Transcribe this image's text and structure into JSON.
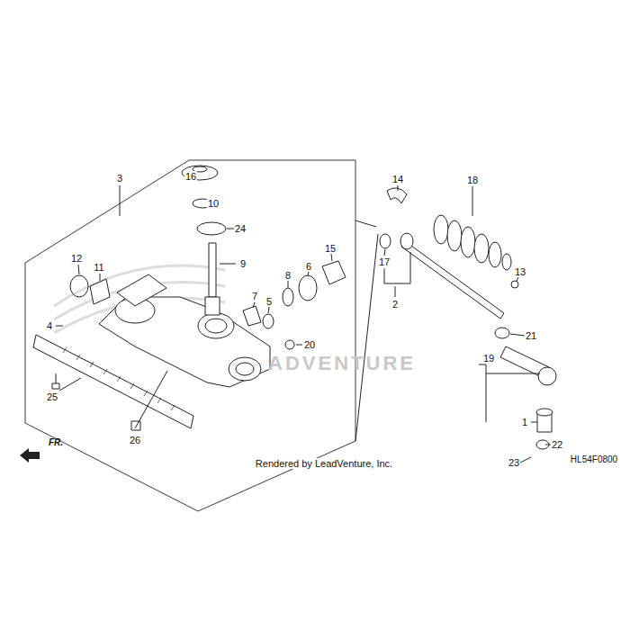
{
  "diagram": {
    "labels": [
      "3",
      "16",
      "10",
      "24",
      "12",
      "11",
      "9",
      "7",
      "5",
      "8",
      "6",
      "15",
      "4",
      "20",
      "25",
      "26",
      "14",
      "18",
      "17",
      "2",
      "13",
      "21",
      "19",
      "1",
      "22",
      "23",
      "FR.",
      "Rendered by LeadVenture, Inc.",
      "HL54F0800",
      "ADVENTURE"
    ]
  }
}
